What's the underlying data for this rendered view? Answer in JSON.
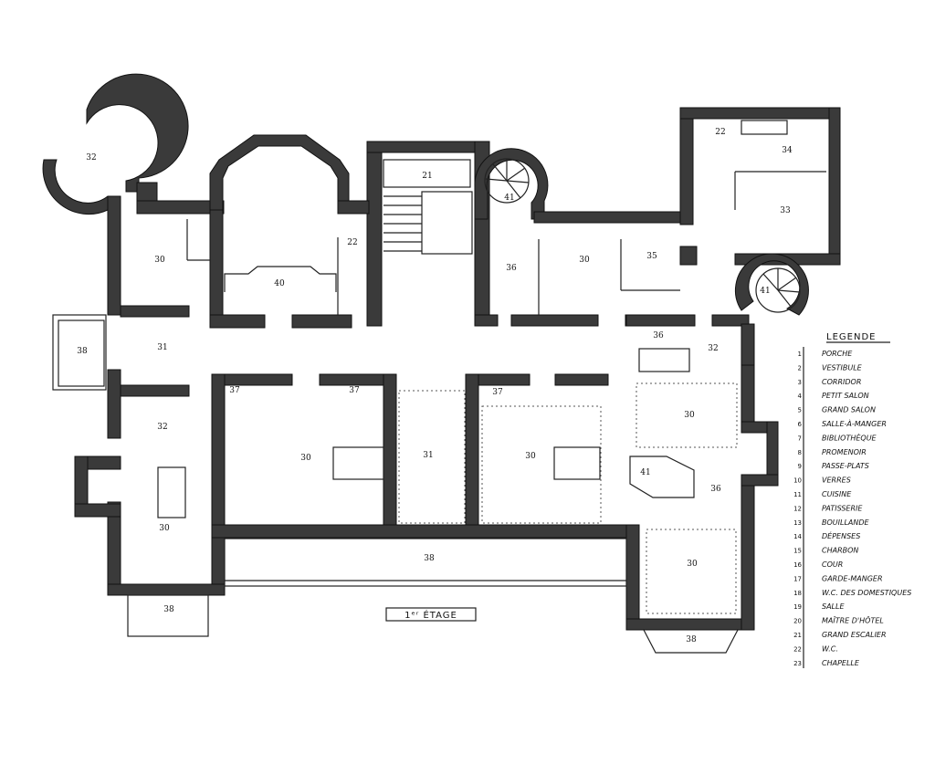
{
  "plan": {
    "floor_caption": "1ᵉʳ ÉTAGE",
    "rooms": [
      {
        "id": "r32-tower",
        "label": "32"
      },
      {
        "id": "r30-nw",
        "label": "30"
      },
      {
        "id": "r40",
        "label": "40"
      },
      {
        "id": "r22-a",
        "label": "22"
      },
      {
        "id": "r21",
        "label": "21"
      },
      {
        "id": "r41-a",
        "label": "41"
      },
      {
        "id": "r36-a",
        "label": "36"
      },
      {
        "id": "r30-n2",
        "label": "30"
      },
      {
        "id": "r35",
        "label": "35"
      },
      {
        "id": "r22-b",
        "label": "22"
      },
      {
        "id": "r34",
        "label": "34"
      },
      {
        "id": "r33",
        "label": "33"
      },
      {
        "id": "r41-b",
        "label": "41"
      },
      {
        "id": "r38-w",
        "label": "38"
      },
      {
        "id": "r31-w",
        "label": "31"
      },
      {
        "id": "r32-w",
        "label": "32"
      },
      {
        "id": "r30-sw",
        "label": "30"
      },
      {
        "id": "r38-sw",
        "label": "38"
      },
      {
        "id": "r37-a",
        "label": "37"
      },
      {
        "id": "r37-b",
        "label": "37"
      },
      {
        "id": "r30-s1",
        "label": "30"
      },
      {
        "id": "r31-c",
        "label": "31"
      },
      {
        "id": "r37-c",
        "label": "37"
      },
      {
        "id": "r30-s2",
        "label": "30"
      },
      {
        "id": "r38-s",
        "label": "38"
      },
      {
        "id": "r36-b",
        "label": "36"
      },
      {
        "id": "r32-e",
        "label": "32"
      },
      {
        "id": "r30-e",
        "label": "30"
      },
      {
        "id": "r41-c",
        "label": "41"
      },
      {
        "id": "r36-c",
        "label": "36"
      },
      {
        "id": "r30-se",
        "label": "30"
      },
      {
        "id": "r38-se",
        "label": "38"
      }
    ]
  },
  "legend": {
    "title": "LEGENDE",
    "items": [
      {
        "n": "1",
        "label": "PORCHE"
      },
      {
        "n": "2",
        "label": "VESTIBULE"
      },
      {
        "n": "3",
        "label": "CORRIDOR"
      },
      {
        "n": "4",
        "label": "PETIT SALON"
      },
      {
        "n": "5",
        "label": "GRAND SALON"
      },
      {
        "n": "6",
        "label": "SALLE-À-MANGER"
      },
      {
        "n": "7",
        "label": "BIBLIOTHÈQUE"
      },
      {
        "n": "8",
        "label": "PROMENOIR"
      },
      {
        "n": "9",
        "label": "PASSE-PLATS"
      },
      {
        "n": "10",
        "label": "VERRES"
      },
      {
        "n": "11",
        "label": "CUISINE"
      },
      {
        "n": "12",
        "label": "PATISSERIE"
      },
      {
        "n": "13",
        "label": "BOUILLANDE"
      },
      {
        "n": "14",
        "label": "DÉPENSES"
      },
      {
        "n": "15",
        "label": "CHARBON"
      },
      {
        "n": "16",
        "label": "COUR"
      },
      {
        "n": "17",
        "label": "GARDE-MANGER"
      },
      {
        "n": "18",
        "label": "W.C. DES DOMESTIQUES"
      },
      {
        "n": "19",
        "label": "SALLE"
      },
      {
        "n": "20",
        "label": "MAÎTRE D'HÔTEL"
      },
      {
        "n": "21",
        "label": "GRAND ESCALIER"
      },
      {
        "n": "22",
        "label": "W.C."
      },
      {
        "n": "23",
        "label": "CHAPELLE"
      }
    ]
  }
}
